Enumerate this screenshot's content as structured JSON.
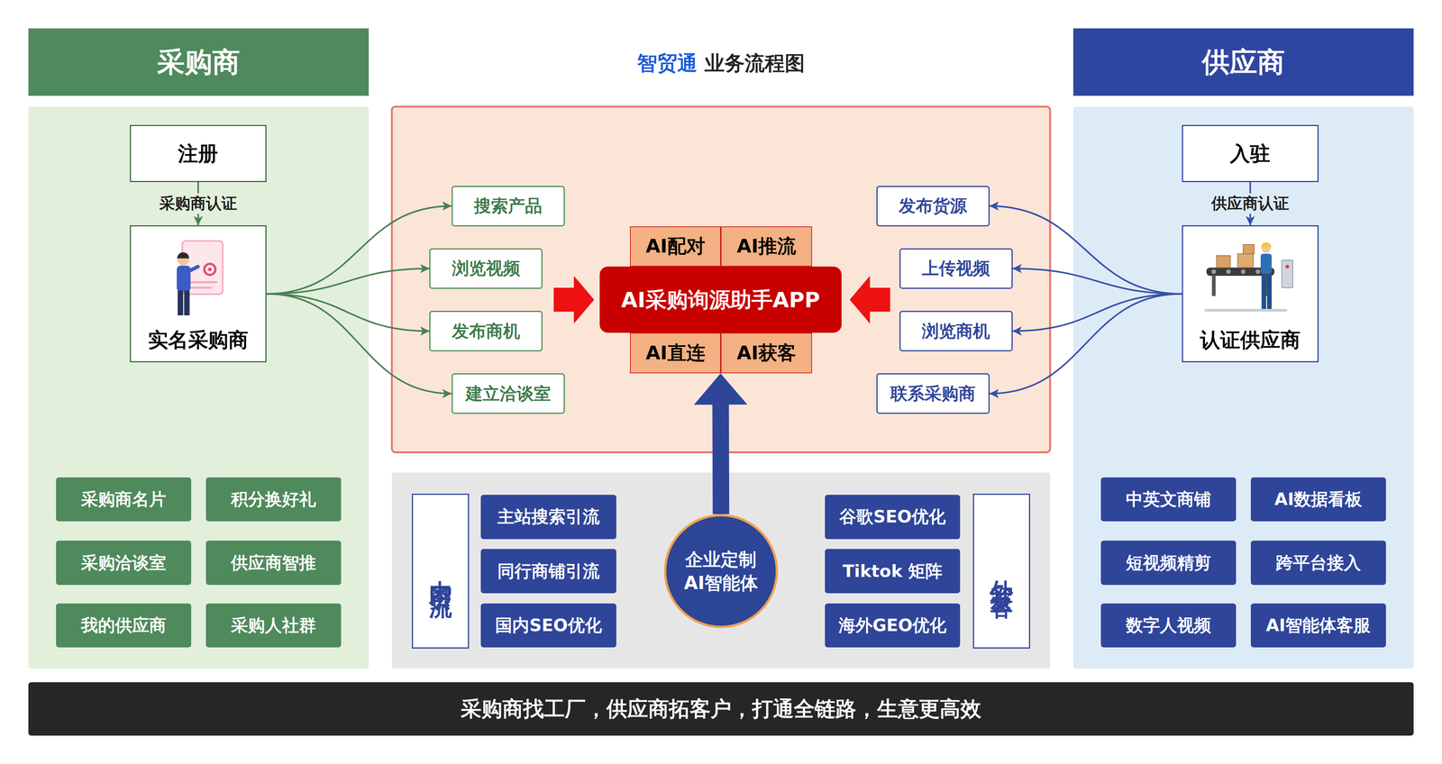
{
  "diagram": {
    "title": "业务流程图",
    "nodes": [
      {
        "text": [
          "采购商"
        ]
      },
      {
        "text": [
          "注册"
        ],
        "in": 0
      },
      {
        "text": [
          "实名采购商"
        ],
        "in": 0
      },
      {
        "text": [
          "采购商名片"
        ],
        "in": 0
      },
      {
        "text": [
          "积分换好礼"
        ],
        "in": 0
      },
      {
        "text": [
          "采购洽谈室"
        ],
        "in": 0
      },
      {
        "text": [
          "供应商智推"
        ],
        "in": 0
      },
      {
        "text": [
          "我的供应商"
        ],
        "in": 0
      },
      {
        "text": [
          "采购人社群"
        ],
        "in": 0
      },
      {
        "text": [
          "搜索产品"
        ]
      },
      {
        "text": [
          "浏览视频"
        ]
      },
      {
        "text": [
          "发布商机"
        ]
      },
      {
        "text": [
          "建立洽谈室"
        ]
      },
      {
        "text": [
          "AI采购询源助手APP"
        ]
      },
      {
        "text": [
          "AI配对"
        ],
        "in": 13
      },
      {
        "text": [
          "AI推流"
        ],
        "in": 13
      },
      {
        "text": [
          "AI直连"
        ],
        "in": 13
      },
      {
        "text": [
          "AI获客"
        ],
        "in": 13
      },
      {
        "text": [
          "发布货源"
        ]
      },
      {
        "text": [
          "上传视频"
        ]
      },
      {
        "text": [
          "浏览商机"
        ]
      },
      {
        "text": [
          "联系采购商"
        ]
      },
      {
        "text": [
          "内贸引流"
        ]
      },
      {
        "text": [
          "主站搜索引流"
        ]
      },
      {
        "text": [
          "同行商铺引流"
        ]
      },
      {
        "text": [
          "国内SEO优化"
        ]
      },
      {
        "text": [
          "企业定制 AI智能体"
        ]
      },
      {
        "text": [
          "谷歌SEO优化"
        ]
      },
      {
        "text": [
          "Tiktok 矩阵"
        ]
      },
      {
        "text": [
          "海外GEO优化"
        ]
      },
      {
        "text": [
          "外贸获客"
        ]
      },
      {
        "text": [
          "供应商"
        ]
      },
      {
        "text": [
          "入驻"
        ],
        "in": 31
      },
      {
        "text": [
          "认证供应商"
        ],
        "in": 31
      },
      {
        "text": [
          "中英文商铺"
        ],
        "in": 31
      },
      {
        "text": [
          "AI数据看板"
        ],
        "in": 31
      },
      {
        "text": [
          "短视频精剪"
        ],
        "in": 31
      },
      {
        "text": [
          "跨平台接入"
        ],
        "in": 31
      },
      {
        "text": [
          "数字人视频"
        ],
        "in": 31
      },
      {
        "text": [
          "AI智能体客服"
        ],
        "in": 31
      },
      {
        "text": [
          "采购商找工厂，供应商拓客户，打通全链路，生意更高效"
        ]
      }
    ],
    "edges": [
      {
        "from": 1,
        "to": 2,
        "label": "采购商认证",
        "arrow": "to"
      },
      {
        "from": 2,
        "to": 9,
        "arrow": "to"
      },
      {
        "from": 2,
        "to": 10,
        "arrow": "to"
      },
      {
        "from": 2,
        "to": 11,
        "arrow": "to"
      },
      {
        "from": 2,
        "to": 12,
        "arrow": "to"
      },
      {
        "from": 32,
        "to": 33,
        "label": "供应商认证",
        "arrow": "to"
      },
      {
        "from": 33,
        "to": 18,
        "arrow": "to"
      },
      {
        "from": 33,
        "to": 19,
        "arrow": "to"
      },
      {
        "from": 33,
        "to": 20,
        "arrow": "to"
      },
      {
        "from": 33,
        "to": 21,
        "arrow": "to"
      },
      {
        "from": 26,
        "to": 13,
        "arrow": "to"
      }
    ],
    "labels": [
      "智贸通"
    ]
  }
}
